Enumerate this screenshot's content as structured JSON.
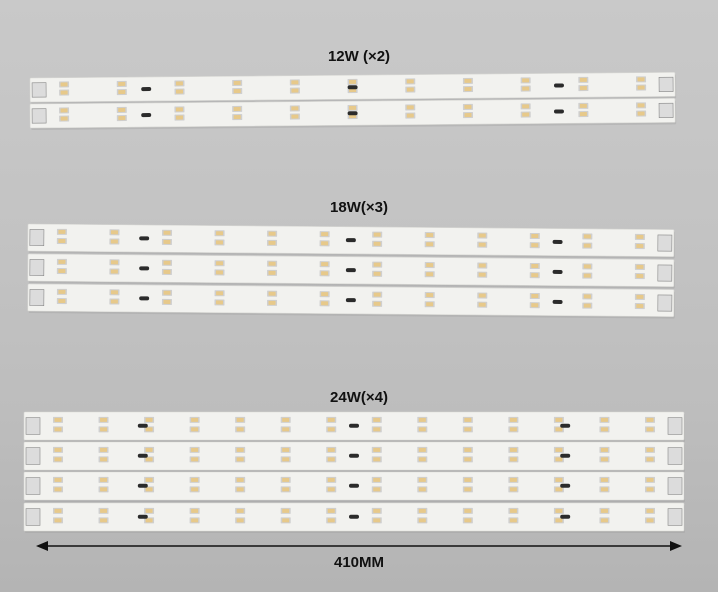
{
  "groups": [
    {
      "label": "12W (×2)",
      "strips": 2
    },
    {
      "label": "18W(×3)",
      "strips": 3
    },
    {
      "label": "24W(×4)",
      "strips": 4
    }
  ],
  "dimension": {
    "label": "410MM"
  },
  "colors": {
    "pcb": "#f2f2ef",
    "led_body": "#e7c98a",
    "led_pad": "#cfcfcf",
    "connector": "#dcdcdc",
    "background": "#c4c4c4"
  }
}
